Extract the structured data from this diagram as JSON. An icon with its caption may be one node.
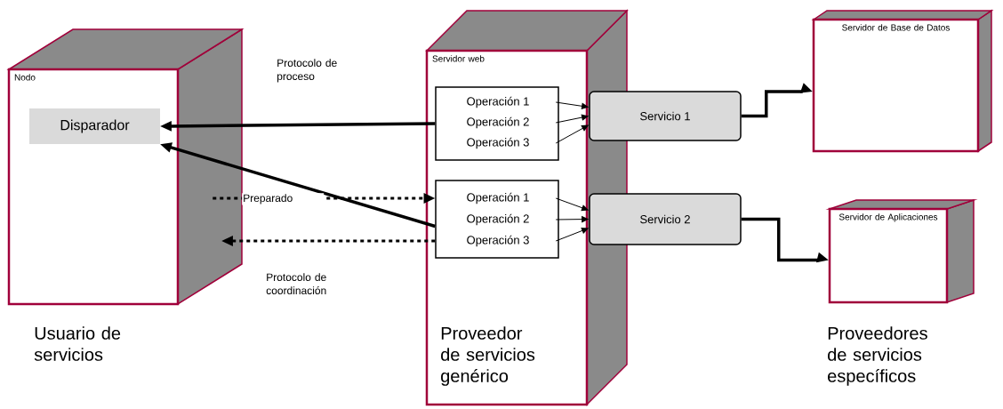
{
  "diagram": {
    "nodes": [
      {
        "text": [
          "Nodo"
        ],
        "beside": [
          "Usuario de servicios"
        ]
      },
      {
        "text": [
          "Disparador"
        ],
        "in": 0
      },
      {
        "text": [
          "Servidor web"
        ],
        "beside": [
          "Proveedor de servicios genérico"
        ]
      },
      {
        "text": [],
        "shape": "box",
        "in": 2
      },
      {
        "text": [
          "Operación 1"
        ],
        "in": 3
      },
      {
        "text": [
          "Operación 2"
        ],
        "in": 3
      },
      {
        "text": [
          "Operación 3"
        ],
        "in": 3
      },
      {
        "text": [],
        "shape": "box",
        "in": 2
      },
      {
        "text": [
          "Operación 1"
        ],
        "in": 7
      },
      {
        "text": [
          "Operación 2"
        ],
        "in": 7
      },
      {
        "text": [
          "Operación 3"
        ],
        "in": 7
      },
      {
        "text": [
          "Servicio 1"
        ]
      },
      {
        "text": [
          "Servicio 2"
        ]
      },
      {
        "text": [
          "Servidor de Base de Datos"
        ]
      },
      {
        "text": [
          "Servidor de Aplicaciones"
        ]
      }
    ],
    "edges": [
      {
        "from": 3,
        "to": 1,
        "arrow": "to",
        "style": "thick",
        "label": "Protocolo de proceso"
      },
      {
        "from": 7,
        "to": 1,
        "arrow": "to",
        "style": "thick"
      },
      {
        "from": 0,
        "to": 7,
        "arrow": "to",
        "style": "dashed",
        "label": "Preparado"
      },
      {
        "from": 7,
        "to": 0,
        "arrow": "to",
        "style": "dashed",
        "label": "Protocolo de coordinación"
      },
      {
        "from": 4,
        "to": 11,
        "arrow": "to"
      },
      {
        "from": 5,
        "to": 11,
        "arrow": "to"
      },
      {
        "from": 6,
        "to": 11,
        "arrow": "to"
      },
      {
        "from": 8,
        "to": 12,
        "arrow": "to"
      },
      {
        "from": 9,
        "to": 12,
        "arrow": "to"
      },
      {
        "from": 10,
        "to": 12,
        "arrow": "to"
      },
      {
        "from": 11,
        "to": 13,
        "arrow": "to",
        "style": "thick"
      },
      {
        "from": 12,
        "to": 14,
        "arrow": "to",
        "style": "thick"
      }
    ],
    "labels": [
      "Proveedores de servicios específicos"
    ]
  }
}
